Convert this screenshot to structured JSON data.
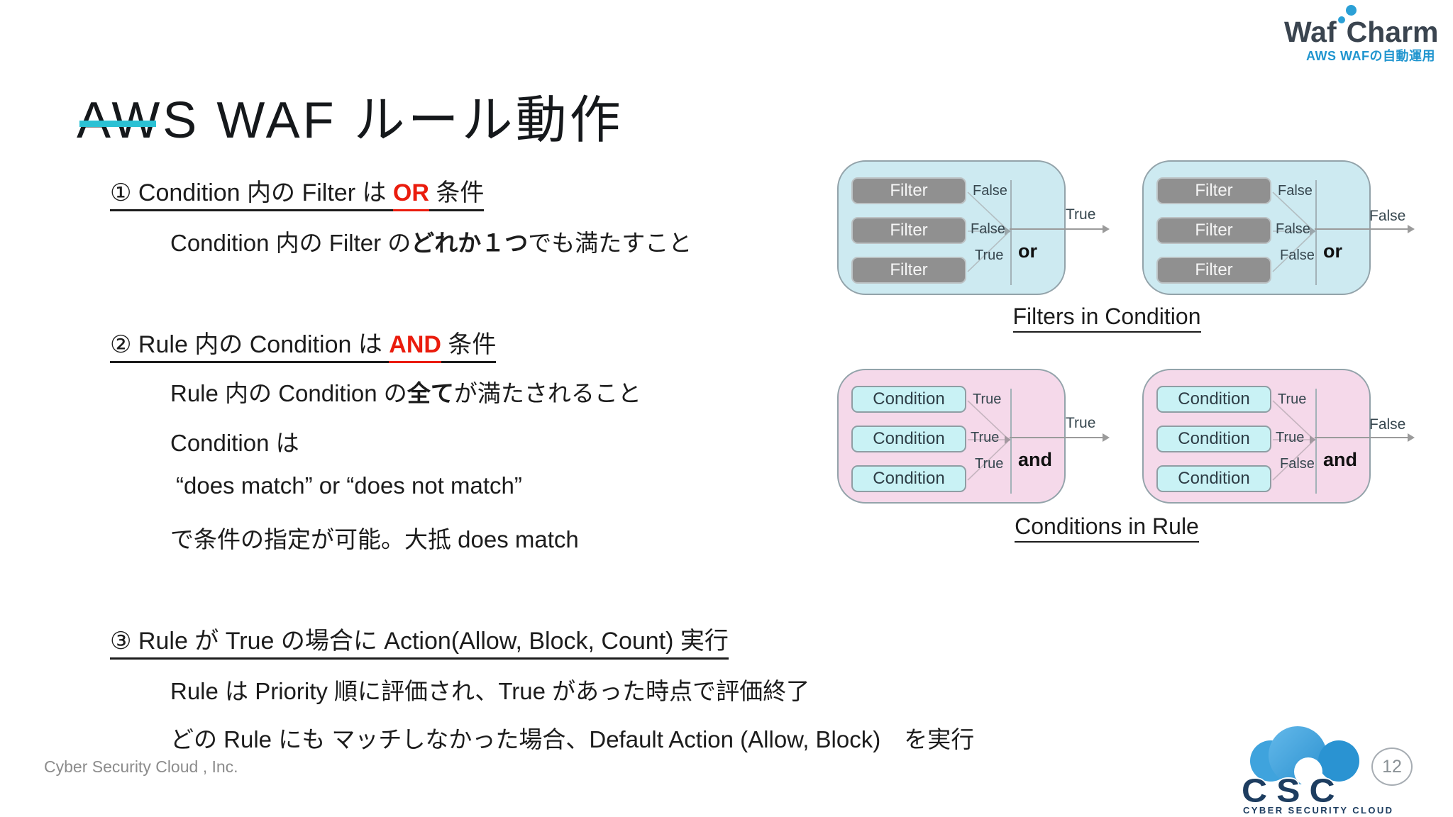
{
  "slide": {
    "title": "AWS WAF ルール動作",
    "footer_company": "Cyber Security Cloud , Inc.",
    "page_number": "12"
  },
  "brand": {
    "logo_text_1": "Waf",
    "logo_text_2": "Charm",
    "tagline": "AWS WAFの自動運用",
    "csc_logo_text": "CSC",
    "csc_tagline": "CYBER SECURITY CLOUD"
  },
  "sections": {
    "s1": {
      "heading_pre": "① Condition 内の Filter は ",
      "heading_em": "OR",
      "heading_post": " 条件",
      "line1_pre": "Condition 内の Filter の",
      "line1_bold": "どれか１つ",
      "line1_post": "でも満たすこと"
    },
    "s2": {
      "heading_pre": "② Rule 内の Condition は ",
      "heading_em": "AND",
      "heading_post": " 条件",
      "line1_pre": "Rule 内の Condition の",
      "line1_bold": "全て",
      "line1_post": "が満たされること",
      "line2": "Condition は",
      "line3": "“does match” or “does not match”",
      "line4": "で条件の指定が可能。大抵 does match"
    },
    "s3": {
      "heading": "③ Rule が True の場合に Action(Allow, Block, Count) 実行",
      "line1": "Rule は Priority 順に評価され、True があった時点で評価終了",
      "line2": "どの Rule にも マッチしなかった場合、Default Action (Allow, Block)　を実行"
    }
  },
  "diagrams": {
    "filters": {
      "caption": "Filters in Condition",
      "box1": {
        "btn1": "Filter",
        "btn2": "Filter",
        "btn3": "Filter",
        "res1": "False",
        "res2": "False",
        "res3": "True",
        "op": "or",
        "out": "True"
      },
      "box2": {
        "btn1": "Filter",
        "btn2": "Filter",
        "btn3": "Filter",
        "res1": "False",
        "res2": "False",
        "res3": "False",
        "op": "or",
        "out": "False"
      }
    },
    "rules": {
      "caption": "Conditions in Rule",
      "box1": {
        "btn1": "Condition",
        "btn2": "Condition",
        "btn3": "Condition",
        "res1": "True",
        "res2": "True",
        "res3": "True",
        "op": "and",
        "out": "True"
      },
      "box2": {
        "btn1": "Condition",
        "btn2": "Condition",
        "btn3": "Condition",
        "res1": "True",
        "res2": "True",
        "res3": "False",
        "op": "and",
        "out": "False"
      }
    }
  },
  "colors": {
    "accent_cyan": "#2bc1d4",
    "emphasis_red": "#ea1c0d",
    "filters_box_bg": "#cdeaf1",
    "rules_box_bg": "#f5d9ea",
    "filter_button_bg": "#909090",
    "condition_button_bg": "#c9f2f5",
    "brand_blue": "#2095cf",
    "brand_navy": "#1d3d60"
  }
}
